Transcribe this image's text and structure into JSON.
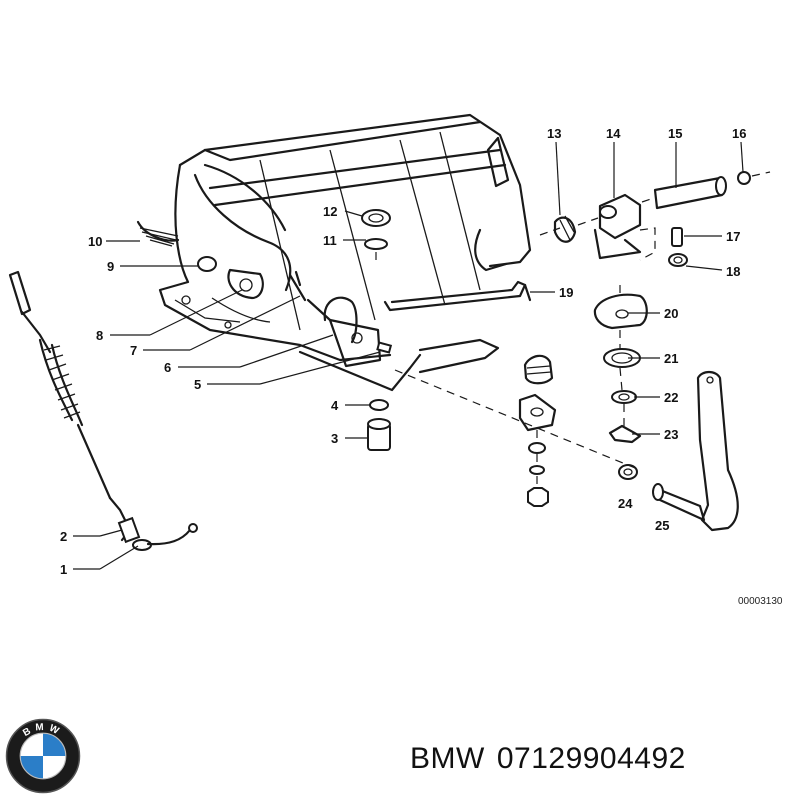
{
  "diagram": {
    "callouts": [
      "1",
      "2",
      "3",
      "4",
      "5",
      "6",
      "7",
      "8",
      "9",
      "10",
      "11",
      "12",
      "13",
      "14",
      "15",
      "16",
      "17",
      "18",
      "19",
      "20",
      "21",
      "22",
      "23",
      "24",
      "25"
    ],
    "reference_number": "00003130"
  },
  "caption": {
    "brand": "BMW",
    "part_number": "07129904492"
  },
  "logo": {
    "letters": "BMW",
    "colors": {
      "ring": "#1b1b1b",
      "blue": "#2b7ec8",
      "white": "#ffffff"
    }
  }
}
